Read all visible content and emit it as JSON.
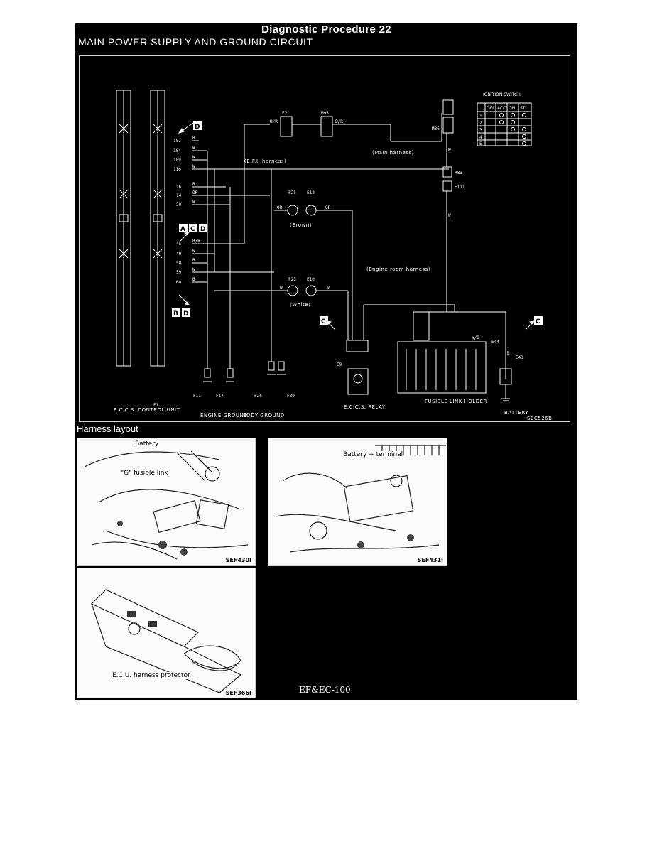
{
  "page": {
    "title": "Diagnostic Procedure 22",
    "subtitle": "MAIN POWER SUPPLY AND GROUND CIRCUIT",
    "section_heading": "Harness layout",
    "page_number": "EF&EC-100"
  },
  "diagram": {
    "code": "SEC526B",
    "ignition_switch": {
      "label": "IGNITION SWITCH",
      "columns": [
        "OFF",
        "ACC",
        "ON",
        "ST"
      ],
      "rows": [
        "1",
        "2",
        "3",
        "4",
        "5"
      ]
    },
    "connectors": {
      "F1": "F1",
      "F2": "F2",
      "M95": "M95",
      "M36": "M36",
      "M83": "M83",
      "E111": "E111",
      "F25": "F25",
      "E12": "E12",
      "F23": "F23",
      "E10": "E10",
      "E9": "E9",
      "E44": "E44",
      "E43": "E43",
      "F11": "F11",
      "F17": "F17",
      "F26": "F26",
      "F39": "F39"
    },
    "wire_codes": {
      "BR": "B/R",
      "B": "B",
      "W": "W",
      "OR": "OR",
      "WB": "W/B"
    },
    "pins": {
      "p107": "107",
      "p104": "104",
      "p109": "109",
      "p116": "116",
      "p16": "16",
      "p14": "14",
      "p20": "20",
      "p45": "45",
      "p49": "49",
      "p50": "50",
      "p59": "59",
      "p60": "60"
    },
    "harness_labels": {
      "efi": "(E.F.I. harness)",
      "main": "(Main harness)",
      "engine_room": "(Engine room harness)",
      "brown": "(Brown)",
      "white": "(White)"
    },
    "refs": {
      "A": "A",
      "B": "B",
      "C": "C",
      "D": "D"
    },
    "components": {
      "ecu": "E.C.C.S. CONTROL UNIT",
      "relay": "E.C.C.S. RELAY",
      "fusible": "FUSIBLE LINK HOLDER",
      "battery": "BATTERY",
      "engine_ground": "ENGINE GROUND",
      "body_ground": "BODY GROUND"
    }
  },
  "photos": [
    {
      "code": "SEF430I",
      "callouts": [
        "Battery",
        "\"G\" fusible link"
      ]
    },
    {
      "code": "SEF431I",
      "callouts": [
        "Battery + terminal"
      ]
    },
    {
      "code": "SEF366I",
      "callouts": [
        "E.C.U. harness protector"
      ]
    }
  ]
}
